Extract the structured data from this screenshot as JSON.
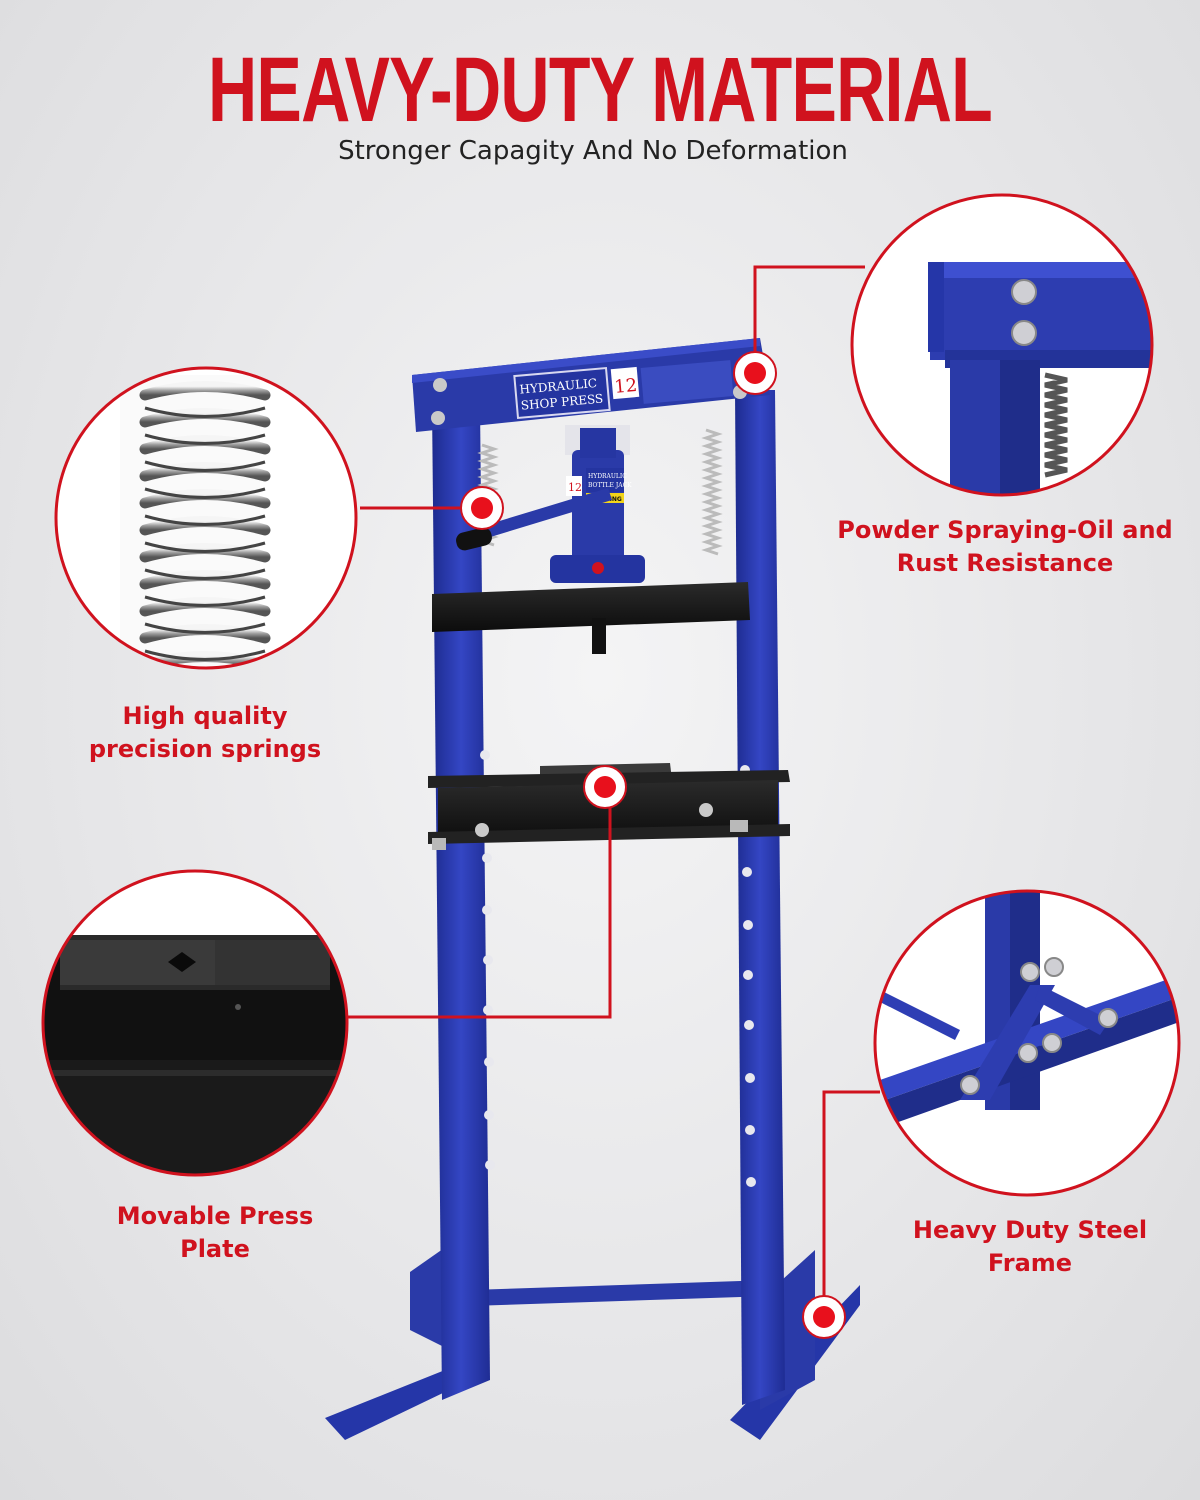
{
  "header": {
    "title": "HEAVY-DUTY MATERIAL",
    "subtitle": "Stronger Capagity And No Deformation"
  },
  "press": {
    "label_line1": "HYDRAULIC",
    "label_line2": "SHOP PRESS",
    "capacity": "12",
    "jack_label_line1": "HYDRAULIC",
    "jack_label_line2": "BOTTLE JACK",
    "jack_capacity": "12",
    "warning": "WARNING"
  },
  "callouts": {
    "springs": {
      "line1": "High quality",
      "line2": "precision springs"
    },
    "coating": {
      "line1": "Powder Spraying-Oil and",
      "line2": "Rust Resistance"
    },
    "plate": {
      "line1": "Movable Press",
      "line2": "Plate"
    },
    "frame": {
      "line1": "Heavy Duty Steel",
      "line2": "Frame"
    }
  },
  "colors": {
    "accent": "#d0121e",
    "frame_blue": "#2a3aa8",
    "beam_black": "#151515"
  }
}
